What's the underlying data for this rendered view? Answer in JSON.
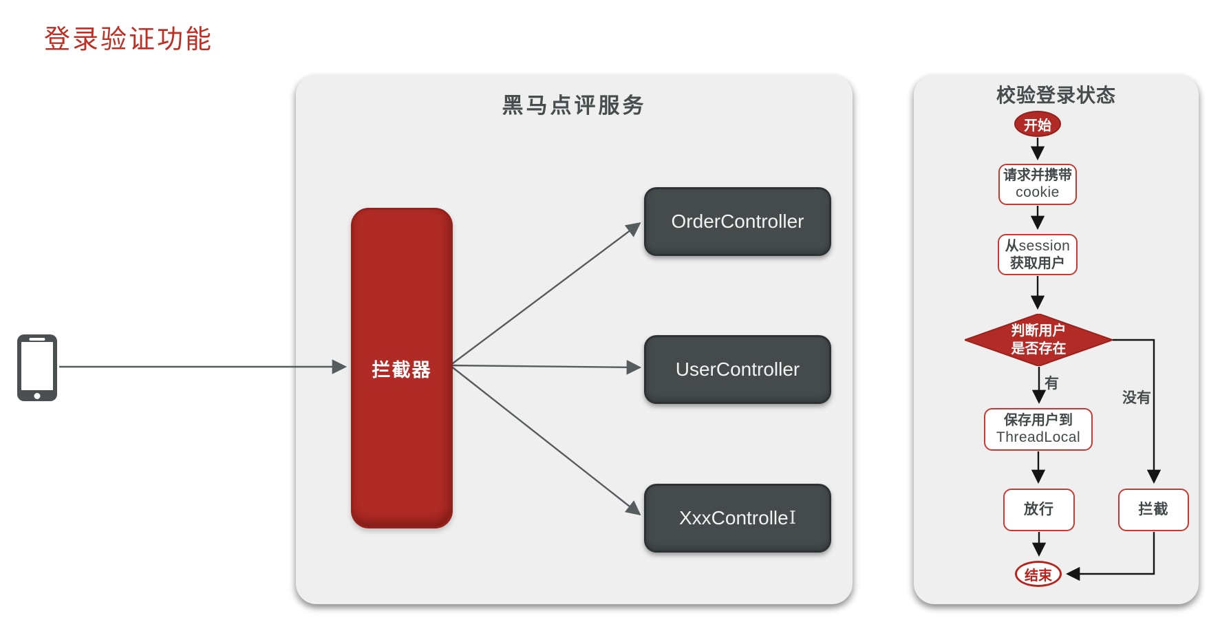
{
  "title": "登录验证功能",
  "colors": {
    "accent_red": "#B02B25",
    "border_red": "#C13B33",
    "box_dark": "#454B4B",
    "panel_gray": "#EFEFEF",
    "title_red": "#BC3026",
    "text_dark": "#474D4D"
  },
  "icons": {
    "phone": "phone-icon"
  },
  "service_panel": {
    "title": "黑马点评服务",
    "interceptor_label": "拦截器",
    "controllers": [
      {
        "label": "OrderController"
      },
      {
        "label": "UserController"
      },
      {
        "label": "XxxControlle",
        "cursor": "I"
      }
    ]
  },
  "flow_panel": {
    "title": "校验登录状态",
    "start": "开始",
    "request_line1": "请求并携带",
    "request_line2": "cookie",
    "session_zh": "从",
    "session_en": "session",
    "session_line2": "获取用户",
    "judge_line1": "判断用户",
    "judge_line2": "是否存在",
    "yes_label": "有",
    "no_label": "没有",
    "save_line1": "保存用户到",
    "save_line2": "ThreadLocal",
    "pass": "放行",
    "block": "拦截",
    "end": "结束"
  }
}
